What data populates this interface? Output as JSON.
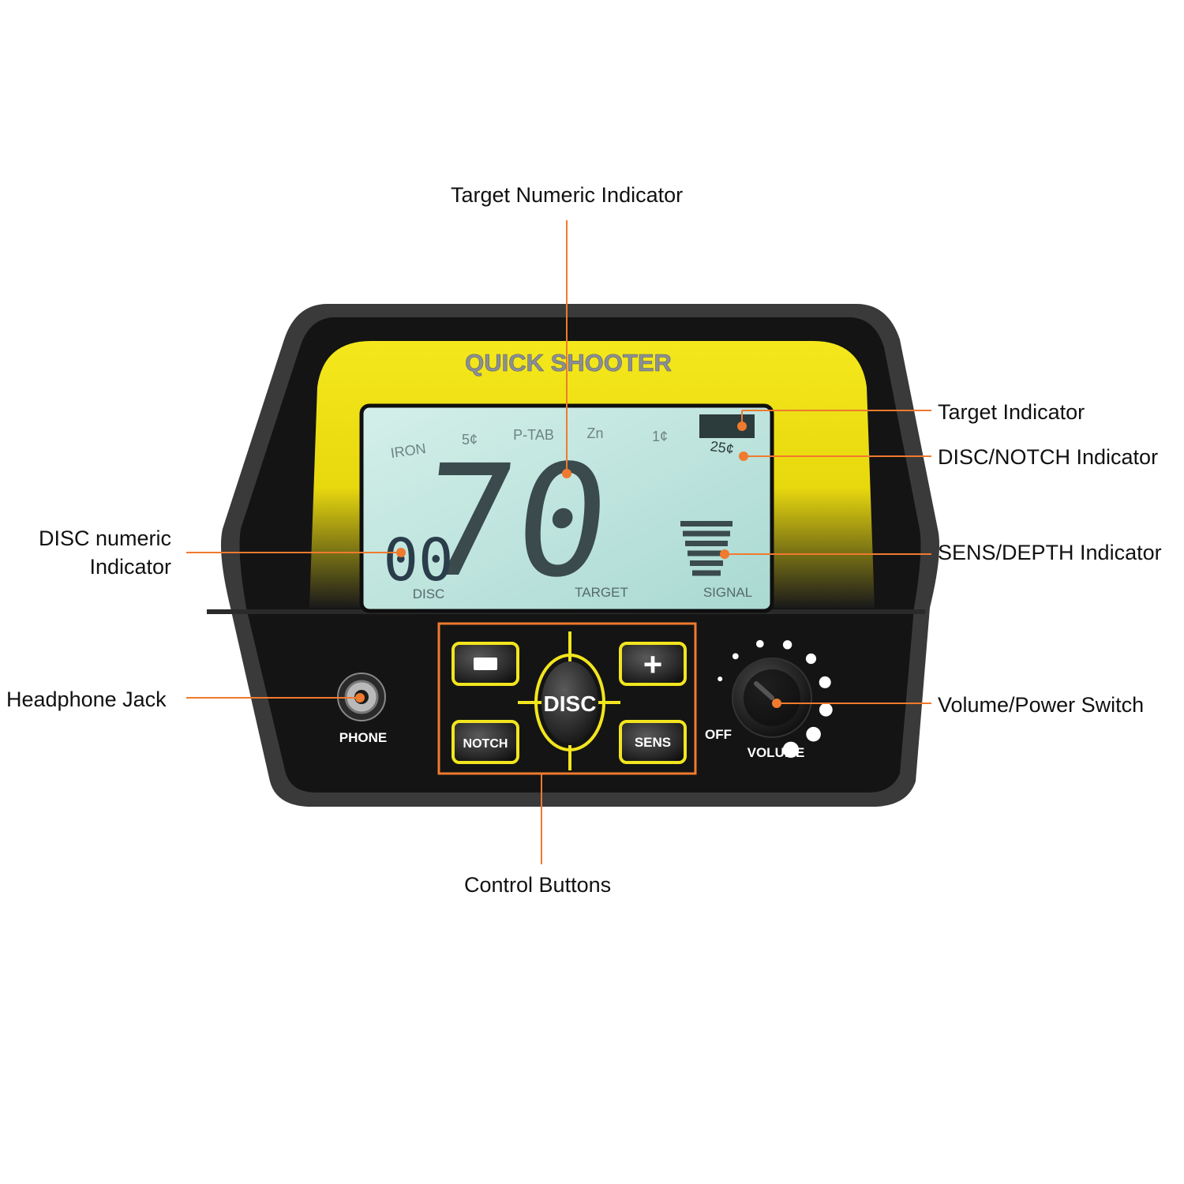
{
  "brand": {
    "name": "QUICK SHOOTER"
  },
  "lcd": {
    "categories": [
      "IRON",
      "5¢",
      "P-TAB",
      "Zn",
      "1¢",
      "25¢"
    ],
    "target_value": "70",
    "disc_value": "00",
    "disc_label": "DISC",
    "target_label": "TARGET",
    "signal_label": "SIGNAL",
    "signal_bars": 6
  },
  "controls": {
    "minus": "−",
    "plus": "+",
    "disc": "DISC",
    "notch": "NOTCH",
    "sens": "SENS"
  },
  "jack": {
    "label": "PHONE"
  },
  "knob": {
    "off_label": "OFF",
    "volume_label": "VOLUME"
  },
  "callouts": {
    "target_numeric": "Target Numeric Indicator",
    "target_indicator": "Target Indicator",
    "disc_notch": "DISC/NOTCH Indicator",
    "disc_numeric_line1": "DISC numeric",
    "disc_numeric_line2": "Indicator",
    "sens_depth": "SENS/DEPTH Indicator",
    "headphone": "Headphone Jack",
    "volume_power": "Volume/Power Switch",
    "control_buttons": "Control Buttons"
  },
  "colors": {
    "accent": "#f07a2e",
    "yellow": "#f2e51e",
    "lcd": "#bfe6e0",
    "housing": "#1a1a1a"
  }
}
